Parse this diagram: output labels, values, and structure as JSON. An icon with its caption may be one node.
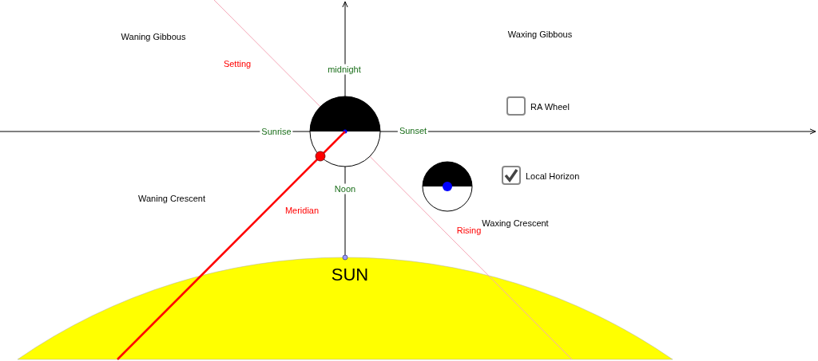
{
  "diagram": {
    "labels": [
      "Waning Gibbous",
      "Waxing Gibbous",
      "Setting",
      "midnight",
      "RA Wheel",
      "Sunrise",
      "Sunset",
      "Local Horizon",
      "Noon",
      "Waning Crescent",
      "Meridian",
      "Waxing Crescent",
      "Rising",
      "SUN"
    ]
  }
}
